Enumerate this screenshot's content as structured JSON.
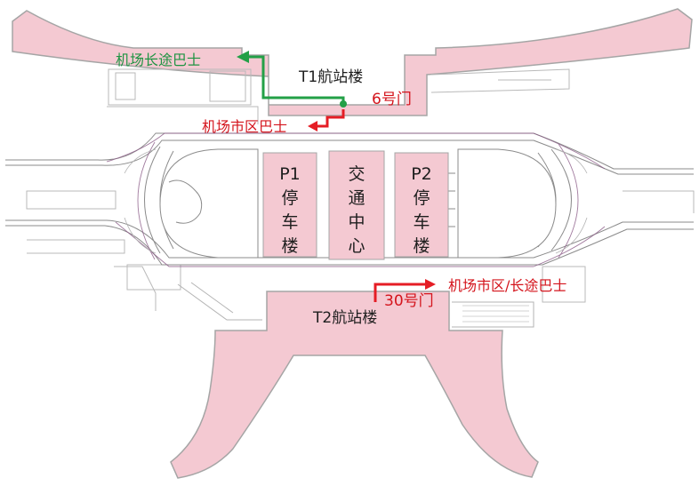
{
  "terminals": {
    "t1": "T1航站楼",
    "t2": "T2航站楼"
  },
  "gates": {
    "gate6": "6号门",
    "gate30": "30号门"
  },
  "bus_labels": {
    "t1_green": "机场长途巴士",
    "t1_red": "机场市区巴士",
    "t2_red": "机场市区/长途巴士"
  },
  "buildings": {
    "p1": "P1\n停\n车\n楼",
    "gtc": "交\n通\n中\n心",
    "p2": "P2\n停\n车\n楼"
  },
  "colors": {
    "terminal_fill": "#f4c9d2",
    "terminal_stroke": "#a5a5a5",
    "route_red": "#e51d25",
    "route_green": "#23a047",
    "road_line": "#8b8b8b",
    "road_purple": "#8a5a86"
  }
}
